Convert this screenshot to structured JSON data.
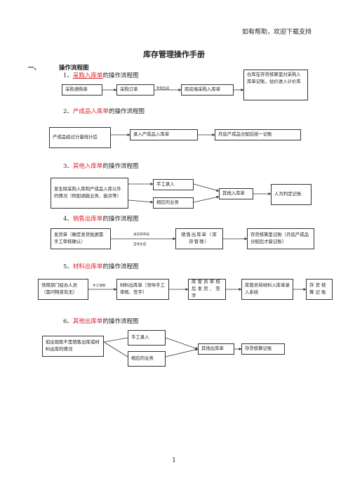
{
  "header_note": "如有帮助，欢迎下载支持",
  "title": "库存管理操作手册",
  "section": {
    "num": "一、",
    "title": "操作流程图"
  },
  "flows": [
    {
      "step_num": "1、",
      "step_name": "采购入库单",
      "step_suffix": "的操作流程图",
      "boxes": [
        "采购请购单",
        "采购订单",
        "库房填采购入库单",
        "仓库在存货核算里对采购入库单记账，估价进入计价库"
      ],
      "note": "参照生成"
    },
    {
      "step_num": "2、",
      "step_name": "产成品入库单",
      "step_suffix": "的操作流程图",
      "boxes": [
        "产成品经过计量线计后",
        "录入产成品入库单",
        "月底产成品分配后统一记账"
      ]
    },
    {
      "step_num": "3、",
      "step_name": "其他入库单",
      "step_suffix": "的操作流程图",
      "boxes": [
        "发生除采购入库和产成品入库以外的情况（例如调拨业务、拔点等）",
        "手工录入",
        "相应的业务",
        "其他入库单",
        "人为判定记账"
      ]
    },
    {
      "step_num": "4、",
      "step_name": "销售出库单",
      "step_suffix": "的操作流程图",
      "boxes": [
        "发货单（确定发货批据需手工审核确认）",
        "销售出库单（库存管理）",
        "存货核算里记账（月底产成品分配后才能记账）"
      ],
      "notes": [
        "发货单审核",
        "自动生成"
      ]
    },
    {
      "step_num": "5、",
      "step_name": "材料出库单",
      "step_suffix": "的操作流程图",
      "boxes": [
        "领用部门经办人员（需问物资有无）",
        "材料出库单（领导手工审核、签字）",
        "库管员审核后发货、签字",
        "库管员将材料入库单录入系统",
        "存货核算记账"
      ],
      "note": "手工填制"
    },
    {
      "step_num": "6、",
      "step_name": "其他出库单",
      "step_suffix": "的操作流程图",
      "boxes": [
        "如出现既不是销售出库或材料出库的情况",
        "手工录入",
        "相应的业务",
        "其他出库单",
        "存货核算记账"
      ]
    }
  ],
  "page_number": "1"
}
